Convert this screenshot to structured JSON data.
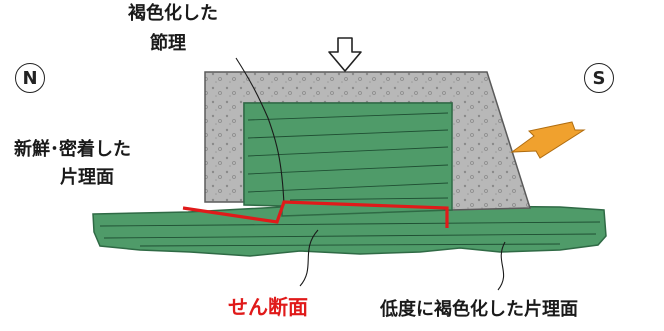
{
  "poles": {
    "north": "N",
    "south": "S"
  },
  "labels": {
    "weathered_joint_line1": "褐色化した",
    "weathered_joint_line2": "節理",
    "fresh_tight_foliation_line1": "新鮮･密着した",
    "fresh_tight_foliation_line2": "片理面",
    "shear_section": "せん断面",
    "lightly_weathered_foliation": "低度に褐色化した片理面"
  },
  "colors": {
    "rock_green": "#4f9b69",
    "rock_green_dark": "#2f6a45",
    "concrete_gray": "#b5b5b5",
    "shear_line_red": "#e01a1a",
    "load_arrow_orange": "#f0a12e",
    "label_red": "#e01a1a"
  }
}
